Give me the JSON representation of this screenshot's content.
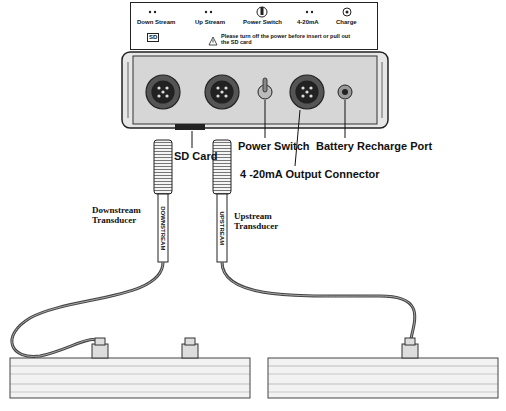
{
  "diagram": {
    "nodes": [
      {
        "text": [
          "Down Stream",
          "Up Stream",
          "Power Switch",
          "4-20mA",
          "Charge",
          "SD",
          "Please turn off the power before insert or pull out the SD card"
        ]
      }
    ],
    "labels": [
      "SD Card",
      "Power Switch",
      "Battery Recharge Port",
      "4 -20mA Output Connector",
      "Downstream Transducer",
      "Upstream Transducer",
      "DOWNSTREAM",
      "UPSTREAM"
    ]
  }
}
